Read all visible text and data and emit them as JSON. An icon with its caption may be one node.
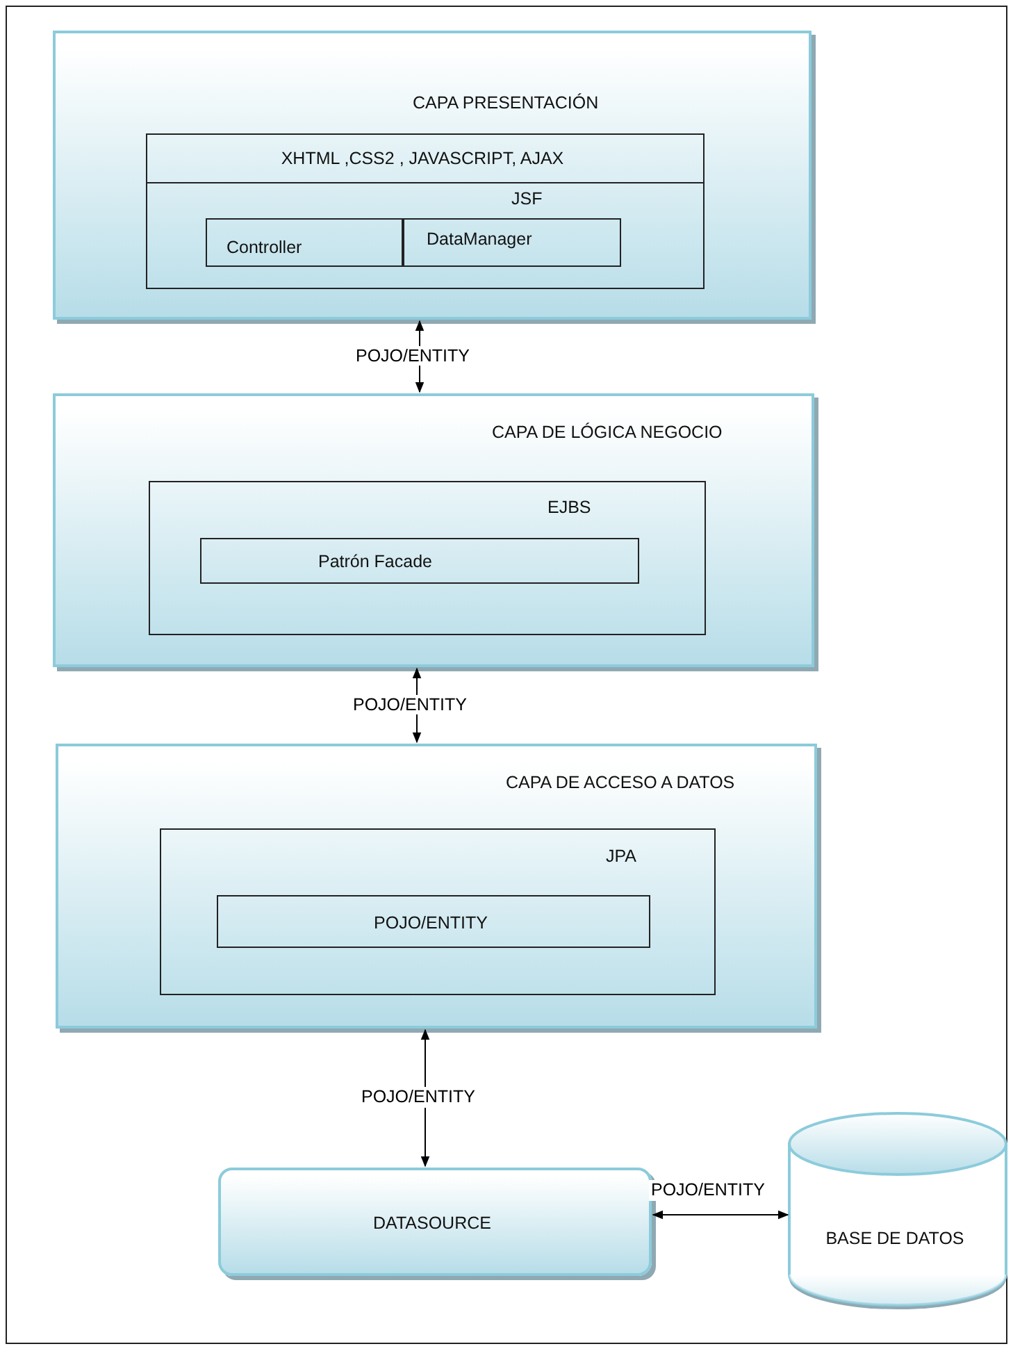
{
  "diagram": {
    "nodes": [
      {
        "text": [
          "CAPA PRESENTACIÓN"
        ]
      },
      {
        "text": [
          "XHTML ,CSS2 , JAVASCRIPT, AJAX"
        ],
        "in": 0
      },
      {
        "text": [
          "JSF"
        ],
        "in": 0
      },
      {
        "text": [
          "Controller"
        ],
        "in": 2
      },
      {
        "text": [
          "DataManager"
        ],
        "in": 2
      },
      {
        "text": [
          "CAPA DE LÓGICA NEGOCIO"
        ]
      },
      {
        "text": [
          "EJBS"
        ],
        "in": 5
      },
      {
        "text": [
          "Patrón Facade"
        ],
        "in": 6
      },
      {
        "text": [
          "CAPA DE ACCESO A DATOS"
        ]
      },
      {
        "text": [
          "JPA"
        ],
        "in": 8
      },
      {
        "text": [
          "POJO/ENTITY"
        ],
        "in": 9
      },
      {
        "text": [
          "DATASOURCE"
        ]
      },
      {
        "text": [
          "BASE DE DATOS"
        ]
      }
    ],
    "edges": [
      {
        "from": 0,
        "to": 5,
        "arrow": "both",
        "label": "POJO/ENTITY"
      },
      {
        "from": 5,
        "to": 8,
        "arrow": "both",
        "label": "POJO/ENTITY"
      },
      {
        "from": 8,
        "to": 11,
        "arrow": "both",
        "label": "POJO/ENTITY"
      },
      {
        "from": 11,
        "to": 12,
        "arrow": "both",
        "label": "POJO/ENTITY"
      }
    ]
  }
}
